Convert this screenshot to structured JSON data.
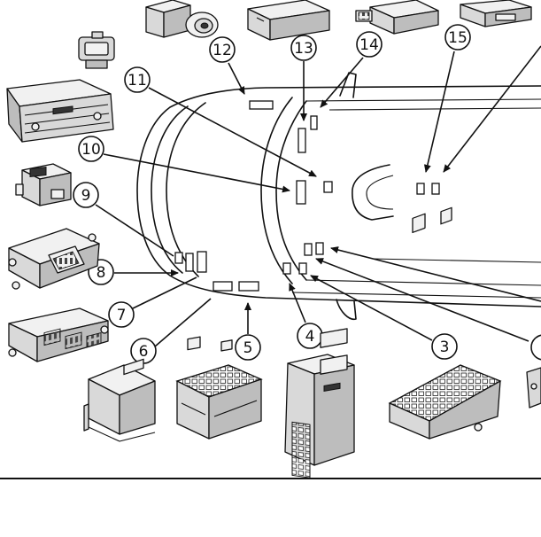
{
  "diagram": {
    "callouts": [
      {
        "label": "12"
      },
      {
        "label": "13"
      },
      {
        "label": "14"
      },
      {
        "label": "15"
      },
      {
        "label": "11"
      },
      {
        "label": "10"
      },
      {
        "label": "9"
      },
      {
        "label": "8"
      },
      {
        "label": "7"
      },
      {
        "label": "6"
      },
      {
        "label": "5"
      },
      {
        "label": "4"
      },
      {
        "label": "3"
      }
    ]
  },
  "colors": {
    "stroke": "#111111",
    "background": "#ffffff",
    "module_fill": "#d9d9d9"
  }
}
